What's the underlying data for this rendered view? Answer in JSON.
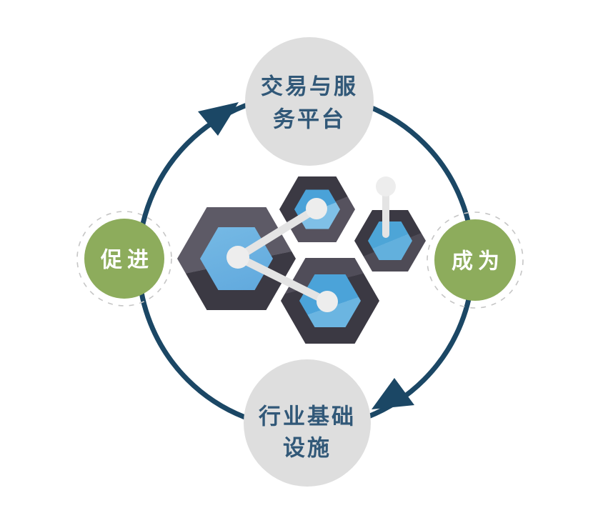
{
  "diagram": {
    "type": "cycle-diagram",
    "direction": "clockwise",
    "top_node": {
      "line1": "交易与服",
      "line2": "务平台"
    },
    "bottom_node": {
      "line1": "行业基础",
      "line2": "设施"
    },
    "left_node": {
      "label": "促进"
    },
    "right_node": {
      "label": "成为"
    },
    "center_illustration": "hexagon-network"
  },
  "colors": {
    "navy": "#1B4765",
    "text_navy": "#315878",
    "circle_gray": "#DEDEDE",
    "green": "#8DAC5C",
    "dashed_gray": "#C6C6C6",
    "label_white": "#FFFFFF",
    "hex_dark": "#3B3943",
    "hex_light": "#5D5A66",
    "hex_blue": "#66ADE0",
    "hex_blue_light": "#7FC0E7",
    "connector_gray": "#E4E4E4",
    "node_gray": "#EDEDED"
  }
}
